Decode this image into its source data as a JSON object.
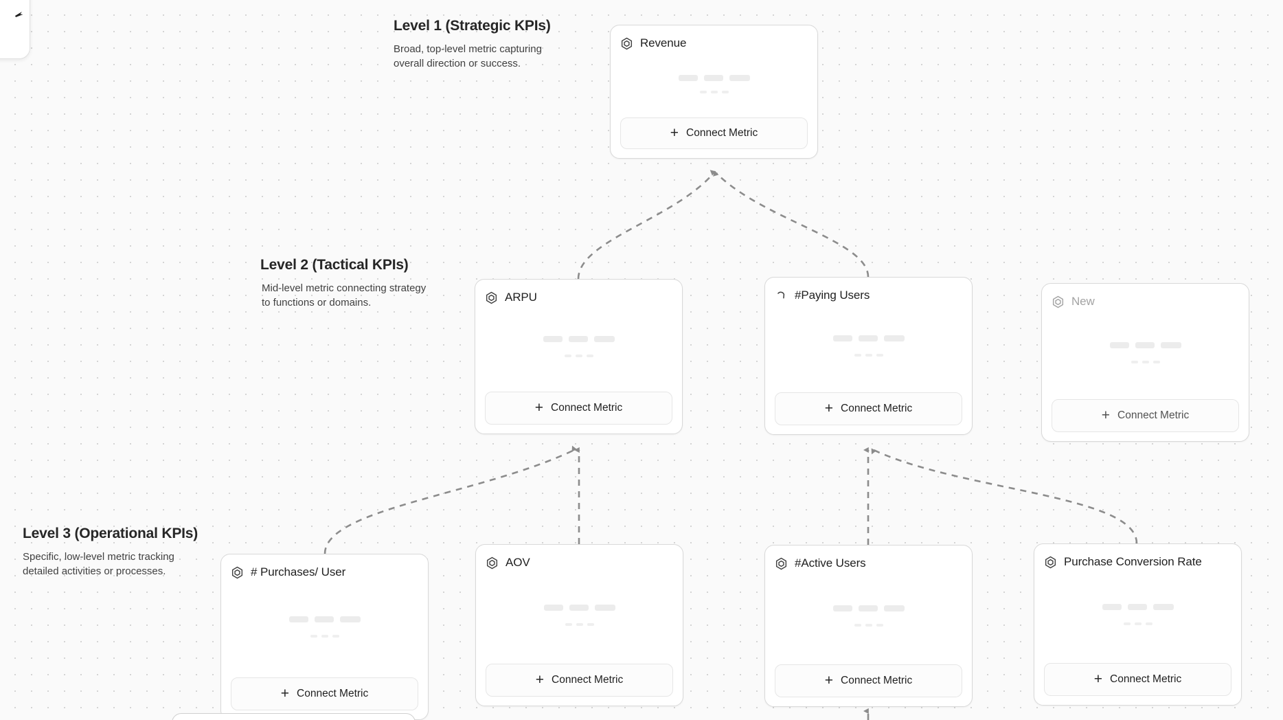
{
  "canvas": {
    "background_color": "#fafafa",
    "dot_color": "#d4d4d4",
    "edge_color": "#8c8c8c"
  },
  "levels": [
    {
      "id": "level-1",
      "title": "Level 1 (Strategic KPIs)",
      "description": "Broad, top-level metric capturing overall direction or success."
    },
    {
      "id": "level-2",
      "title": "Level 2 (Tactical KPIs)",
      "description": "Mid-level metric connecting strategy to functions or domains."
    },
    {
      "id": "level-3",
      "title": "Level 3 (Operational KPIs)",
      "description": "Specific, low-level metric tracking detailed activities or processes."
    }
  ],
  "cards": {
    "revenue": {
      "title": "Revenue",
      "icon": "hexagon-target-icon",
      "connect_label": "Connect Metric",
      "state": "normal"
    },
    "arpu": {
      "title": "ARPU",
      "icon": "hexagon-target-icon",
      "connect_label": "Connect Metric",
      "state": "normal"
    },
    "paying_users": {
      "title": "#Paying Users",
      "icon": "spinner-arc-icon",
      "connect_label": "Connect Metric",
      "state": "loading"
    },
    "new": {
      "title": "New",
      "icon": "hexagon-target-icon",
      "connect_label": "Connect Metric",
      "state": "muted"
    },
    "purchases": {
      "title": "# Purchases/ User",
      "icon": "hexagon-target-icon",
      "connect_label": "Connect Metric",
      "state": "normal"
    },
    "aov": {
      "title": "AOV",
      "icon": "hexagon-target-icon",
      "connect_label": "Connect Metric",
      "state": "normal"
    },
    "active_users": {
      "title": "#Active Users",
      "icon": "hexagon-target-icon",
      "connect_label": "Connect Metric",
      "state": "normal"
    },
    "conversion": {
      "title": "Purchase Conversion Rate",
      "icon": "hexagon-target-icon",
      "connect_label": "Connect Metric",
      "state": "normal"
    }
  },
  "connect_plus_glyph": "+"
}
